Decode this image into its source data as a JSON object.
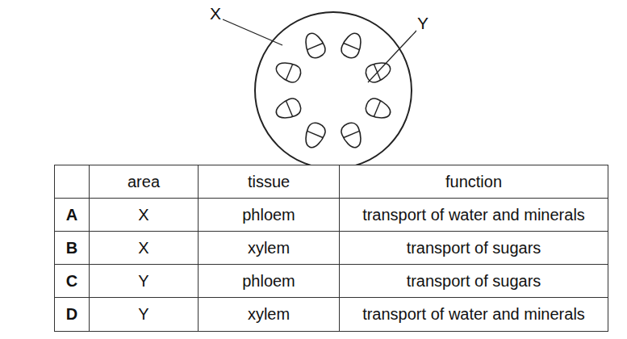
{
  "diagram": {
    "labels": [
      "X",
      "Y",
      "area",
      "tissue",
      "function",
      "A",
      "X",
      "phloem",
      "transport of water and minerals",
      "B",
      "X",
      "xylem",
      "transport of sugars",
      "C",
      "Y",
      "phloem",
      "transport of sugars",
      "D",
      "Y",
      "xylem",
      "transport of water and minerals"
    ]
  }
}
